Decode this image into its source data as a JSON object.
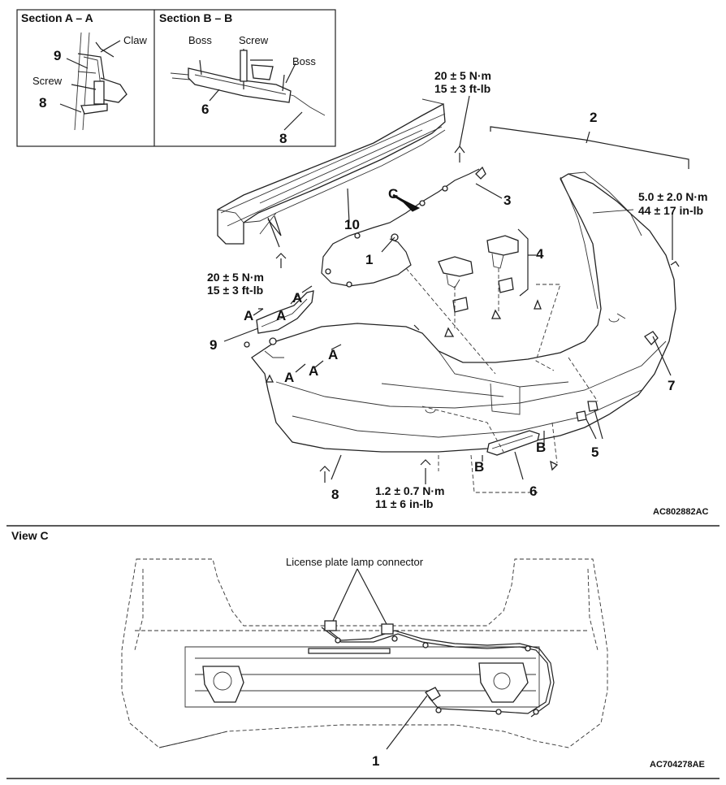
{
  "section_a": {
    "title": "Section A – A",
    "claw": "Claw",
    "screw": "Screw",
    "n9": "9",
    "n8": "8"
  },
  "section_b": {
    "title": "Section B – B",
    "boss1": "Boss",
    "screw": "Screw",
    "boss2": "Boss",
    "n6": "6",
    "n8": "8"
  },
  "torque": {
    "t1a": "20 ± 5 N·m",
    "t1b": "15 ± 3 ft-lb",
    "t2a": "5.0 ± 2.0 N·m",
    "t2b": "44 ± 17 in-lb",
    "t3a": "20 ± 5 N·m",
    "t3b": "15 ± 3 ft-lb",
    "t4a": "1.2 ± 0.7 N·m",
    "t4b": "11 ± 6 in-lb"
  },
  "callouts": {
    "n1": "1",
    "n2": "2",
    "n3": "3",
    "n4": "4",
    "n5": "5",
    "n6": "6",
    "n7": "7",
    "n8": "8",
    "n9": "9",
    "n10": "10",
    "c": "C",
    "a1": "A",
    "a2": "A",
    "a3": "A",
    "a4": "A",
    "a5": "A",
    "a6": "A",
    "b1": "B",
    "b2": "B"
  },
  "code_top": "AC802882AC",
  "view_c": {
    "title": "View C",
    "connector": "License plate lamp connector",
    "n1": "1"
  },
  "code_bottom": "AC704278AE"
}
